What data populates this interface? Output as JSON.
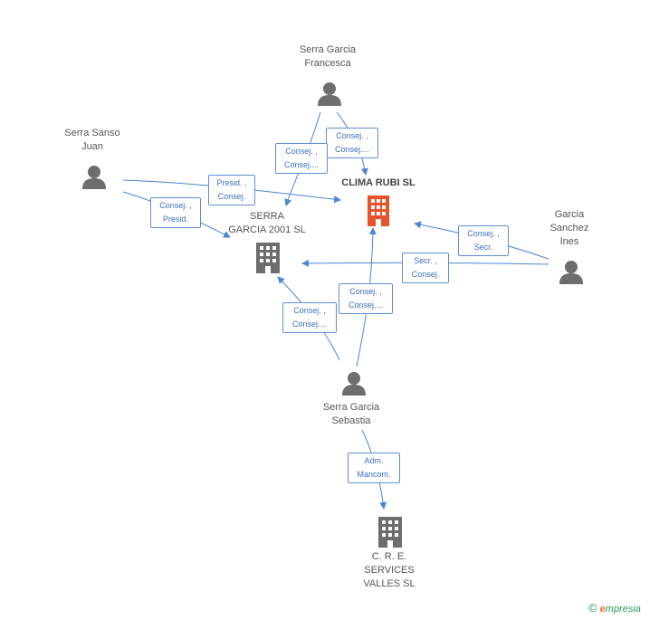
{
  "colors": {
    "edge": "#4a86d4",
    "person": "#6d6d6d",
    "company": "#6d6d6d",
    "focus_company": "#e8532b"
  },
  "nodes": {
    "francesca": {
      "label": "Serra Garcia\nFrancesca",
      "icon": "person-icon"
    },
    "juan": {
      "label": "Serra Sanso\nJuan",
      "icon": "person-icon"
    },
    "clima": {
      "label": "CLIMA RUBI SL",
      "icon": "building-icon"
    },
    "serra2001": {
      "label": "SERRA\nGARCIA 2001 SL",
      "icon": "building-icon"
    },
    "ines": {
      "label": "Garcia\nSanchez\nInes",
      "icon": "person-icon"
    },
    "sebastia": {
      "label": "Serra Garcia\nSebastia",
      "icon": "person-icon"
    },
    "cre": {
      "label": "C. R. E.\nSERVICES\nVALLES SL",
      "icon": "building-icon"
    }
  },
  "roles": {
    "francesca_clima": "Consej. ,\nConsej....",
    "francesca_serra": "Consej. ,\nConsej....",
    "juan_clima": "Presid. ,\nConsej.",
    "juan_serra": "Consej. ,\nPresid.",
    "ines_clima": "Consej. ,\nSecr.",
    "ines_serra": "Secr. ,\nConsej.",
    "sebastia_serra": "Consej. ,\nConsej....",
    "sebastia_clima": "Consej. ,\nConsej....",
    "sebastia_cre": "Adm.\nMancom."
  },
  "brand": {
    "copyright": "©",
    "first_letter": "e",
    "rest": "mpresia"
  }
}
